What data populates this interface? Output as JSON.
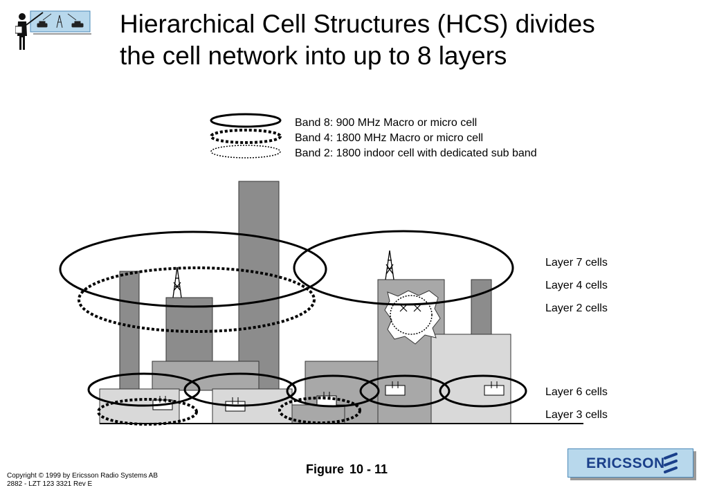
{
  "slide": {
    "title_lines": [
      "Hierarchical Cell Structures (HCS) divides",
      "the cell network into up to 8 layers"
    ]
  },
  "legend": [
    {
      "label": "Band 8: 900 MHz Macro or micro cell",
      "style": "solid"
    },
    {
      "label": "Band 4: 1800 MHz Macro or micro cell",
      "style": "dotted-bold"
    },
    {
      "label": "Band 2: 1800 indoor cell with dedicated sub band",
      "style": "dotted-fine"
    }
  ],
  "layers": {
    "upper": [
      "Layer 7 cells",
      "Layer 4 cells",
      "Layer 2 cells"
    ],
    "lower": [
      "Layer 6 cells",
      "Layer 3 cells"
    ]
  },
  "figure": {
    "label": "Figure",
    "number": "10 - 11"
  },
  "footer": {
    "copyright": "Copyright © 1999 by Ericsson Radio Systems AB",
    "doc_id": "2882 - LZT 123 3321 Rev E"
  },
  "logo": {
    "text": "ERICSSON"
  },
  "colors": {
    "building_dark": "#8c8c8c",
    "building_mid": "#a8a8a8",
    "building_light": "#d9d9d9",
    "logo_bg": "#b8d8ec",
    "logo_text": "#1a3f8a"
  }
}
